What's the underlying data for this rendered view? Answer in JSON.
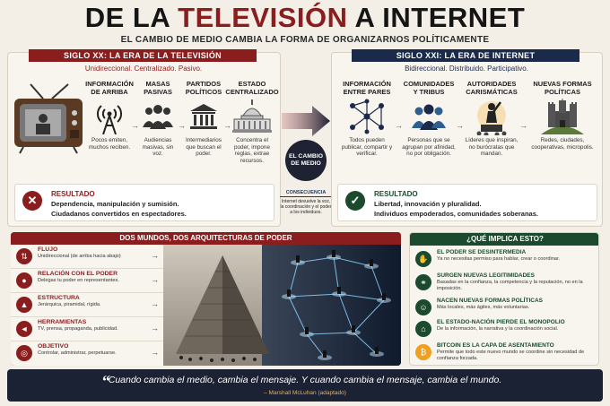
{
  "header": {
    "title_part1": "DE LA ",
    "title_part2": "TELEVISIÓN",
    "title_part3": " A INTERNET",
    "subtitle": "EL CAMBIO DE MEDIO CAMBIA LA FORMA DE ORGANIZARNOS POLÍTICAMENTE"
  },
  "left": {
    "band": "SIGLO XX: LA ERA DE LA TELEVISIÓN",
    "tagline": "Unidireccional. Centralizado. Pasivo.",
    "columns": [
      {
        "head": "INFORMACIÓN DE ARRIBA",
        "desc": "Pocos emiten, muchos reciben.",
        "icon": "antenna-icon"
      },
      {
        "head": "MASAS PASIVAS",
        "desc": "Audiencias masivas, sin voz.",
        "icon": "crowd-icon"
      },
      {
        "head": "PARTIDOS POLÍTICOS",
        "desc": "Intermediarios que buscan el poder.",
        "icon": "columns-building-icon"
      },
      {
        "head": "ESTADO CENTRALIZADO",
        "desc": "Concentra el poder, impone reglas, extrae recursos.",
        "icon": "capitol-icon"
      }
    ],
    "result_title": "RESULTADO",
    "result_line1": "Dependencia, manipulación y sumisión.",
    "result_line2": "Ciudadanos convertidos en espectadores."
  },
  "center": {
    "circle": "EL CAMBIO DE MEDIO",
    "consequence_title": "CONSECUENCIA",
    "consequence_desc": "Internet devuelve la voz, la coordinación y el poder a los individuos."
  },
  "right": {
    "band": "SIGLO XXI: LA ERA DE INTERNET",
    "tagline": "Bidireccional. Distribuido. Participativo.",
    "columns": [
      {
        "head": "INFORMACIÓN ENTRE PARES",
        "desc": "Todos pueden publicar, compartir y verificar.",
        "icon": "network-icon"
      },
      {
        "head": "COMUNIDADES Y TRIBUS",
        "desc": "Personas que se agrupan por afinidad, no por obligación.",
        "icon": "community-icon"
      },
      {
        "head": "AUTORIDADES CARISMÁTICAS",
        "desc": "Líderes que inspiran, no burócratas que mandan.",
        "icon": "leader-icon"
      },
      {
        "head": "NUEVAS FORMAS POLÍTICAS",
        "desc": "Redes, ciudades, cooperativas, micropolis.",
        "icon": "castle-icon"
      }
    ],
    "result_title": "RESULTADO",
    "result_line1": "Libertad, innovación y pluralidad.",
    "result_line2": "Individuos empoderados, comunidades soberanas."
  },
  "worlds": {
    "band": "DOS MUNDOS, DOS ARQUITECTURAS DE PODER",
    "rows": [
      {
        "title": "FLUJO",
        "desc": "Unidireccional (de arriba hacia abajo)",
        "icon": "flow-icon"
      },
      {
        "title": "RELACIÓN CON EL PODER",
        "desc": "Delegas tu poder en representantes.",
        "icon": "person-icon"
      },
      {
        "title": "ESTRUCTURA",
        "desc": "Jerárquica, piramidal, rígida.",
        "icon": "hierarchy-icon"
      },
      {
        "title": "HERRAMIENTAS",
        "desc": "TV, prensa, propaganda, publicidad.",
        "icon": "megaphone-icon"
      },
      {
        "title": "OBJETIVO",
        "desc": "Controlar, administrar, perpetuarse.",
        "icon": "target-icon"
      }
    ]
  },
  "implications": {
    "band": "¿QUÉ IMPLICA ESTO?",
    "items": [
      {
        "title": "EL PODER SE DESINTERMEDIA",
        "desc": "Ya no necesitas permiso para hablar, crear o coordinar.",
        "icon": "hand-icon"
      },
      {
        "title": "SURGEN NUEVAS LEGITIMIDADES",
        "desc": "Basadas en la confianza, la competencia y la reputación, no en la imposición.",
        "icon": "handshake-icon"
      },
      {
        "title": "NACEN NUEVAS FORMAS POLÍTICAS",
        "desc": "Más locales, más ágiles, más voluntarias.",
        "icon": "people-icon"
      },
      {
        "title": "EL ESTADO-NACIÓN PIERDE EL MONOPOLIO",
        "desc": "De la información, la narrativa y la coordinación social.",
        "icon": "bank-icon"
      },
      {
        "title": "BITCOIN ES LA CAPA DE ASENTAMIENTO",
        "desc": "Permite que todo este nuevo mundo se coordine sin necesidad de confianza forzada.",
        "icon": "bitcoin-icon"
      }
    ]
  },
  "quote": {
    "mark": "“",
    "text": "Cuando cambia el medio, cambia el mensaje. Y cuando cambia el mensaje, cambia el mundo.",
    "author": "– Marshall McLuhan (adaptado)"
  },
  "colors": {
    "red": "#8a1d1d",
    "navy": "#1b2233",
    "green": "#1c4a2e",
    "cream": "#f3efe6",
    "orange": "#f0a020"
  }
}
